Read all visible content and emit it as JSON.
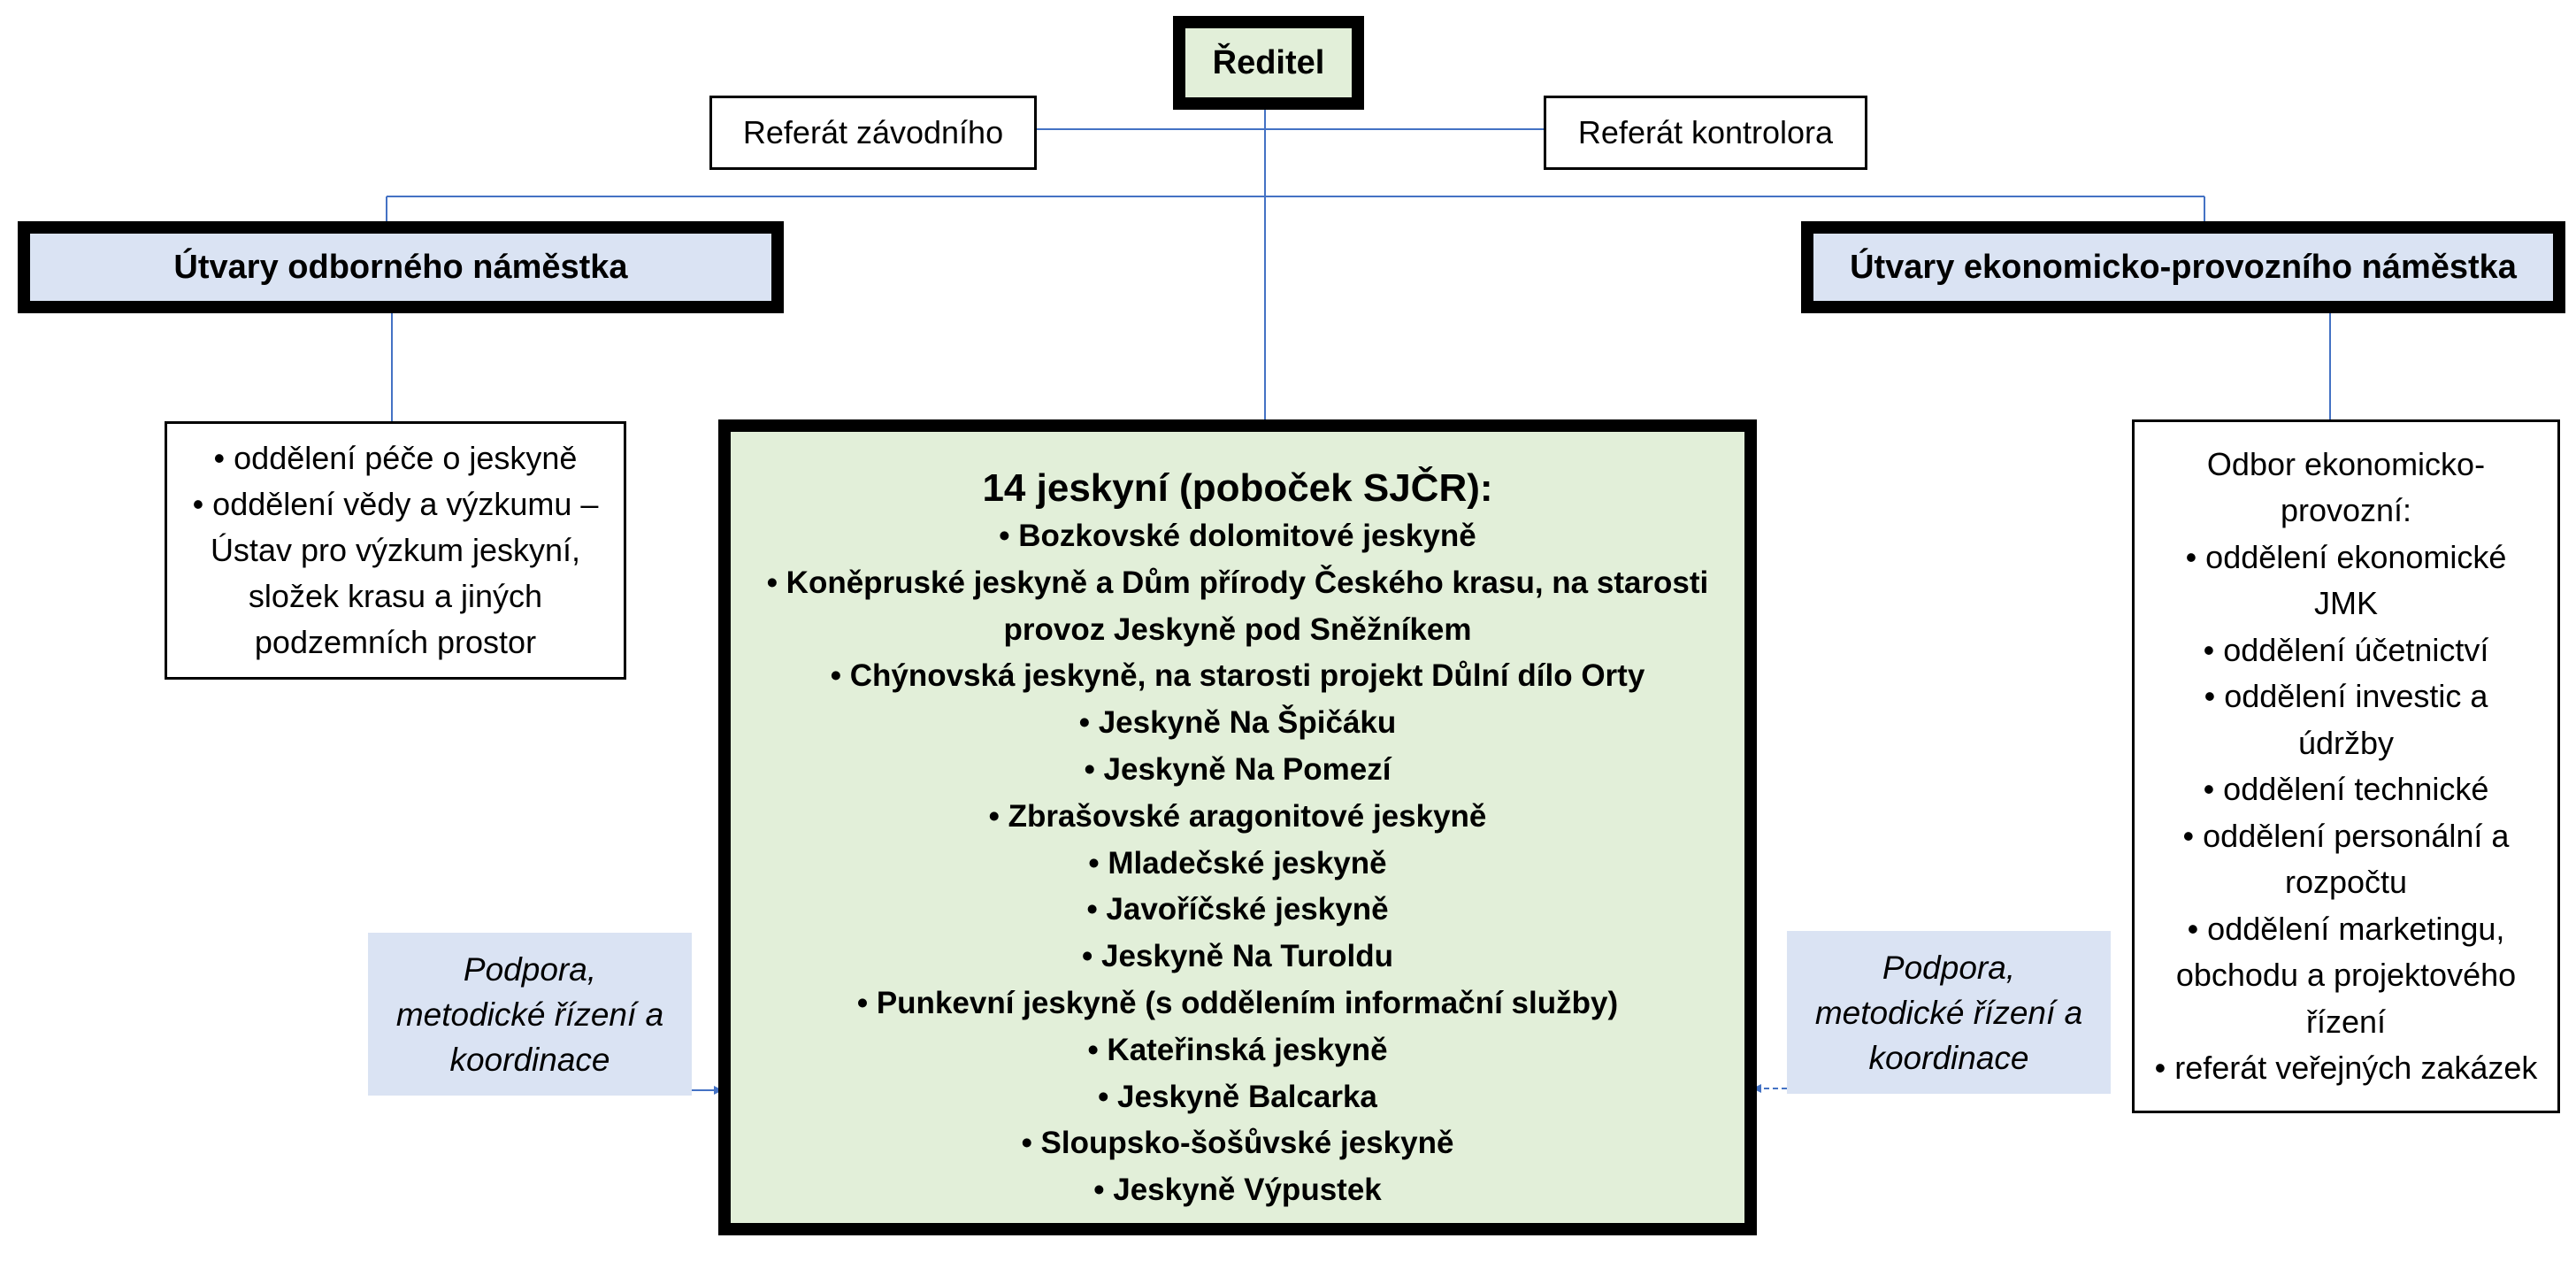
{
  "director": {
    "label": "Ředitel"
  },
  "referat_left": {
    "label": "Referát závodního"
  },
  "referat_right": {
    "label": "Referát kontrolora"
  },
  "deputy_left": {
    "label": "Útvary odborného náměstka"
  },
  "deputy_right": {
    "label": "Útvary ekonomicko-provozního náměstka"
  },
  "left_list": {
    "items": [
      "• oddělení péče o jeskyně",
      "• oddělení vědy a výzkumu –",
      "Ústav pro výzkum jeskyní,",
      "složek krasu a jiných",
      "podzemních prostor"
    ]
  },
  "right_list": {
    "items": [
      "Odbor ekonomicko-",
      "provozní:",
      "• oddělení ekonomické",
      "JMK",
      "• oddělení účetnictví",
      "• oddělení investic a",
      "údržby",
      "• oddělení technické",
      "• oddělení personální a",
      "rozpočtu",
      "• oddělení marketingu,",
      "obchodu a projektového",
      "řízení",
      "• referát veřejných zakázek"
    ]
  },
  "caves": {
    "title": "14 jeskyní (poboček SJČR):",
    "items": [
      "• Bozkovské dolomitové jeskyně",
      "• Koněpruské jeskyně a Dům přírody Českého krasu, na starosti",
      "provoz Jeskyně pod Sněžníkem",
      "• Chýnovská jeskyně, na starosti projekt Důlní dílo Orty",
      "• Jeskyně Na Špičáku",
      "• Jeskyně Na Pomezí",
      "• Zbrašovské aragonitové jeskyně",
      "• Mladečské jeskyně",
      "• Javoříčské jeskyně",
      "• Jeskyně Na Turoldu",
      "• Punkevní jeskyně (s oddělením informační služby)",
      "• Kateřinská jeskyně",
      "• Jeskyně Balcarka",
      "• Sloupsko-šošůvské jeskyně",
      "• Jeskyně Výpustek"
    ]
  },
  "support_left": {
    "lines": [
      "Podpora,",
      "metodické řízení a",
      "koordinace"
    ]
  },
  "support_right": {
    "lines": [
      "Podpora,",
      "metodické řízení a",
      "koordinace"
    ]
  },
  "colors": {
    "connector": "#4472c4",
    "green_fill": "#e2efd9",
    "blue_fill": "#dae3f3"
  }
}
